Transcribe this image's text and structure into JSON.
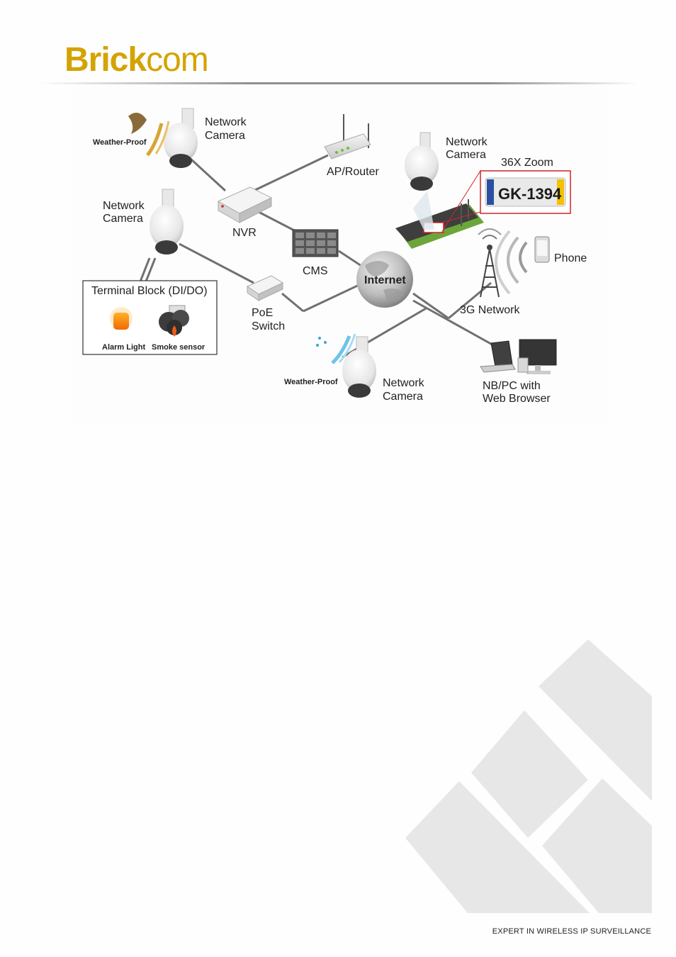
{
  "brand": {
    "name_bold": "Brick",
    "name_light": "com"
  },
  "diagram": {
    "labels": {
      "cam_top_left_1": "Network",
      "cam_top_left_2": "Camera",
      "weather_proof_top": "Weather-Proof",
      "ap_router": "AP/Router",
      "cam_top_right_1": "Network",
      "cam_top_right_2": "Camera",
      "zoom": "36X Zoom",
      "plate": "GK-1394",
      "cam_left_1": "Network",
      "cam_left_2": "Camera",
      "nvr": "NVR",
      "cms": "CMS",
      "internet": "Internet",
      "phone": "Phone",
      "network_3g": "3G Network",
      "terminal_block": "Terminal Block (DI/DO)",
      "alarm_light": "Alarm Light",
      "smoke_sensor": "Smoke sensor",
      "poe_1": "PoE",
      "poe_2": "Switch",
      "weather_proof_bottom": "Weather-Proof",
      "cam_bottom_1": "Network",
      "cam_bottom_2": "Camera",
      "nbpc_1": "NB/PC  with",
      "nbpc_2": "Web  Browser"
    }
  },
  "footer": {
    "tagline": "EXPERT IN WIRELESS IP SURVEILLANCE"
  },
  "colors": {
    "brand_gold": "#d4a300",
    "accent_red": "#d0242b",
    "line_gray": "#6e6e6e"
  }
}
